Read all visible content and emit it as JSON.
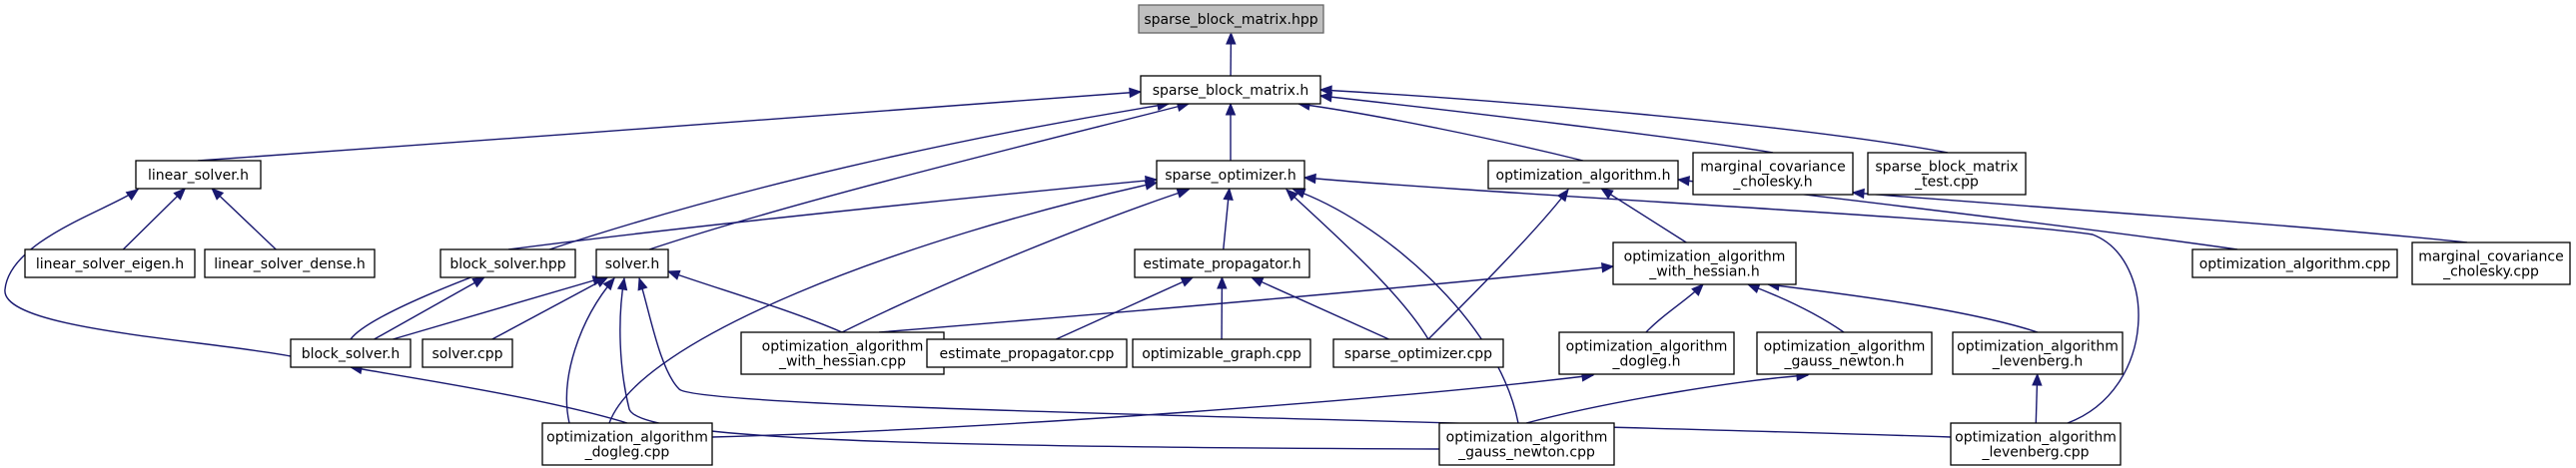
{
  "graph": {
    "edge_color": "#191970",
    "root_fill": "#bfbfbf",
    "nodes": [
      {
        "id": "sbm_hpp",
        "lines": [
          "sparse_block_matrix.hpp"
        ],
        "root": true
      },
      {
        "id": "sbm_h",
        "lines": [
          "sparse_block_matrix.h"
        ]
      },
      {
        "id": "linear_solver_h",
        "lines": [
          "linear_solver.h"
        ]
      },
      {
        "id": "sparse_optimizer_h",
        "lines": [
          "sparse_optimizer.h"
        ]
      },
      {
        "id": "optimization_algorithm_h",
        "lines": [
          "optimization_algorithm.h"
        ]
      },
      {
        "id": "marginal_cov_h",
        "lines": [
          "marginal_covariance",
          "_cholesky.h"
        ]
      },
      {
        "id": "sbm_test_cpp",
        "lines": [
          "sparse_block_matrix",
          "_test.cpp"
        ]
      },
      {
        "id": "linear_solver_eigen_h",
        "lines": [
          "linear_solver_eigen.h"
        ]
      },
      {
        "id": "linear_solver_dense_h",
        "lines": [
          "linear_solver_dense.h"
        ]
      },
      {
        "id": "block_solver_hpp",
        "lines": [
          "block_solver.hpp"
        ]
      },
      {
        "id": "solver_h",
        "lines": [
          "solver.h"
        ]
      },
      {
        "id": "estimate_propagator_h",
        "lines": [
          "estimate_propagator.h"
        ]
      },
      {
        "id": "oa_with_hessian_h",
        "lines": [
          "optimization_algorithm",
          "_with_hessian.h"
        ]
      },
      {
        "id": "optimization_algorithm_cpp",
        "lines": [
          "optimization_algorithm.cpp"
        ]
      },
      {
        "id": "marginal_cov_cpp",
        "lines": [
          "marginal_covariance",
          "_cholesky.cpp"
        ]
      },
      {
        "id": "block_solver_h",
        "lines": [
          "block_solver.h"
        ]
      },
      {
        "id": "solver_cpp",
        "lines": [
          "solver.cpp"
        ]
      },
      {
        "id": "oa_with_hessian_cpp",
        "lines": [
          "optimization_algorithm",
          "_with_hessian.cpp"
        ]
      },
      {
        "id": "estimate_propagator_cpp",
        "lines": [
          "estimate_propagator.cpp"
        ]
      },
      {
        "id": "optimizable_graph_cpp",
        "lines": [
          "optimizable_graph.cpp"
        ]
      },
      {
        "id": "sparse_optimizer_cpp",
        "lines": [
          "sparse_optimizer.cpp"
        ]
      },
      {
        "id": "oa_dogleg_h",
        "lines": [
          "optimization_algorithm",
          "_dogleg.h"
        ]
      },
      {
        "id": "oa_gauss_newton_h",
        "lines": [
          "optimization_algorithm",
          "_gauss_newton.h"
        ]
      },
      {
        "id": "oa_levenberg_h",
        "lines": [
          "optimization_algorithm",
          "_levenberg.h"
        ]
      },
      {
        "id": "oa_dogleg_cpp",
        "lines": [
          "optimization_algorithm",
          "_dogleg.cpp"
        ]
      },
      {
        "id": "oa_gauss_newton_cpp",
        "lines": [
          "optimization_algorithm",
          "_gauss_newton.cpp"
        ]
      },
      {
        "id": "oa_levenberg_cpp",
        "lines": [
          "optimization_algorithm",
          "_levenberg.cpp"
        ]
      }
    ],
    "edges": [
      [
        "sbm_h",
        "sbm_hpp"
      ],
      [
        "linear_solver_h",
        "sbm_h"
      ],
      [
        "sparse_optimizer_h",
        "sbm_h"
      ],
      [
        "optimization_algorithm_h",
        "sbm_h"
      ],
      [
        "marginal_cov_h",
        "sbm_h"
      ],
      [
        "sbm_test_cpp",
        "sbm_h"
      ],
      [
        "solver_h",
        "sbm_h"
      ],
      [
        "block_solver_h",
        "sbm_h"
      ],
      [
        "linear_solver_eigen_h",
        "linear_solver_h"
      ],
      [
        "linear_solver_dense_h",
        "linear_solver_h"
      ],
      [
        "block_solver_h",
        "linear_solver_h"
      ],
      [
        "block_solver_hpp",
        "sparse_optimizer_h"
      ],
      [
        "estimate_propagator_h",
        "sparse_optimizer_h"
      ],
      [
        "oa_with_hessian_cpp",
        "sparse_optimizer_h"
      ],
      [
        "sparse_optimizer_cpp",
        "sparse_optimizer_h"
      ],
      [
        "oa_dogleg_cpp",
        "sparse_optimizer_h"
      ],
      [
        "oa_gauss_newton_cpp",
        "sparse_optimizer_h"
      ],
      [
        "oa_levenberg_cpp",
        "sparse_optimizer_h"
      ],
      [
        "oa_with_hessian_h",
        "optimization_algorithm_h"
      ],
      [
        "sparse_optimizer_cpp",
        "optimization_algorithm_h"
      ],
      [
        "optimization_algorithm_cpp",
        "optimization_algorithm_h"
      ],
      [
        "marginal_cov_cpp",
        "marginal_cov_h"
      ],
      [
        "block_solver_h",
        "block_solver_hpp"
      ],
      [
        "block_solver_h",
        "solver_h"
      ],
      [
        "solver_cpp",
        "solver_h"
      ],
      [
        "oa_with_hessian_cpp",
        "solver_h"
      ],
      [
        "oa_dogleg_cpp",
        "solver_h"
      ],
      [
        "oa_gauss_newton_cpp",
        "solver_h"
      ],
      [
        "oa_levenberg_cpp",
        "solver_h"
      ],
      [
        "estimate_propagator_cpp",
        "estimate_propagator_h"
      ],
      [
        "optimizable_graph_cpp",
        "estimate_propagator_h"
      ],
      [
        "sparse_optimizer_cpp",
        "estimate_propagator_h"
      ],
      [
        "oa_with_hessian_cpp",
        "oa_with_hessian_h"
      ],
      [
        "oa_dogleg_h",
        "oa_with_hessian_h"
      ],
      [
        "oa_gauss_newton_h",
        "oa_with_hessian_h"
      ],
      [
        "oa_levenberg_h",
        "oa_with_hessian_h"
      ],
      [
        "oa_dogleg_cpp",
        "block_solver_h"
      ],
      [
        "oa_dogleg_cpp",
        "oa_dogleg_h"
      ],
      [
        "oa_gauss_newton_cpp",
        "oa_gauss_newton_h"
      ],
      [
        "oa_levenberg_cpp",
        "oa_levenberg_h"
      ]
    ]
  }
}
